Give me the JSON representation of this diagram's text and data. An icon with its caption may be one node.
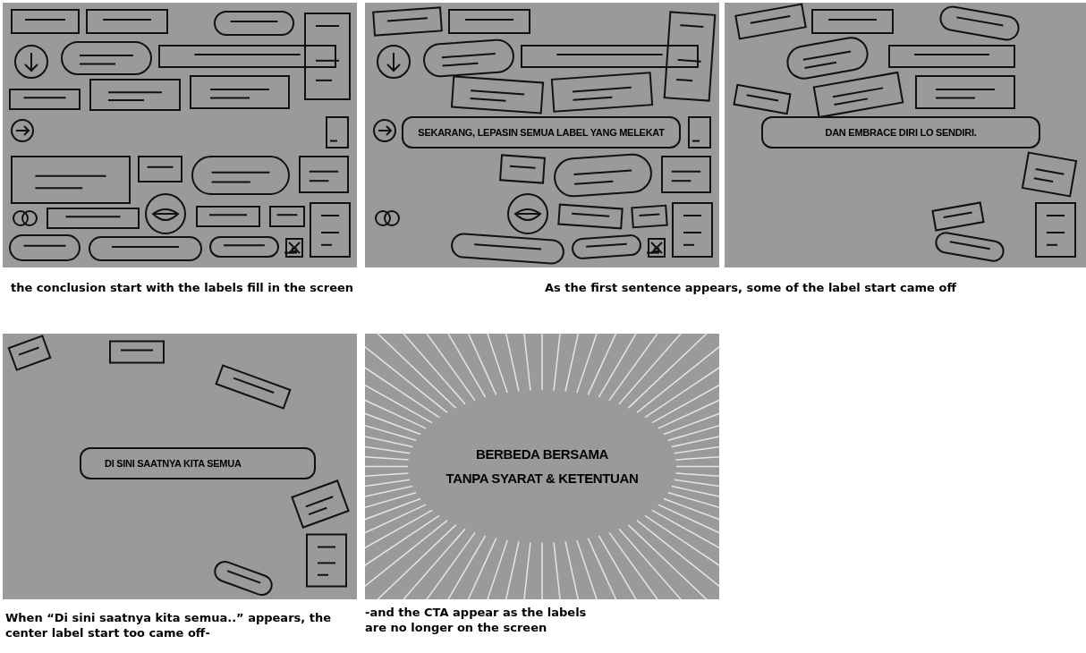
{
  "diagram": {
    "nodes": [
      {
        "text": [],
        "shape": "picture"
      },
      {
        "text": [
          "SEKARANG, LEPASIN SEMUA LABEL YANG MELEKAT"
        ]
      },
      {
        "text": [
          "DAN EMBRACE DIRI LO SENDIRI."
        ]
      },
      {
        "text": [
          "DI SINI SAATNYA KITA SEMUA"
        ]
      },
      {
        "text": [
          "BERBEDA BERSAMA",
          "TANPA SYARAT & KETENTUAN"
        ]
      }
    ],
    "labels": [
      "the conclusion start with the labels fill in the screen",
      "As the first sentence appears, some of the label start came off",
      "When “Di sini saatnya kita semua..” appears, the center label start too came off-",
      "-and the CTA appear as the labels are no longer on the screen"
    ]
  }
}
